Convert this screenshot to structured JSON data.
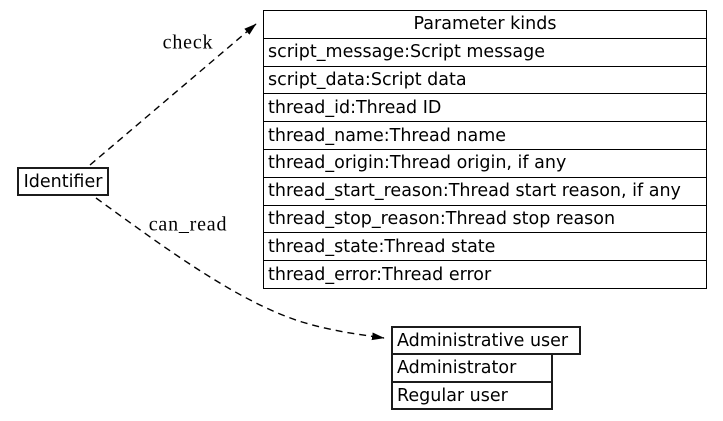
{
  "diagram": {
    "background": "#ffffff",
    "line_color": "#000000",
    "text_color": "#000000",
    "nodes": {
      "identifier": {
        "label": "Identifier"
      },
      "parameter_kinds": {
        "header": "Parameter kinds",
        "rows": [
          "script_message:Script message",
          "script_data:Script data",
          "thread_id:Thread ID",
          "thread_name:Thread name",
          "thread_origin:Thread origin, if any",
          "thread_start_reason:Thread start reason, if any",
          "thread_stop_reason:Thread stop reason",
          "thread_state:Thread state",
          "thread_error:Thread error"
        ]
      },
      "admin_stack": {
        "rows": [
          "Administrative user",
          "Administrator",
          "Regular user"
        ]
      }
    },
    "edges": [
      {
        "label": "check",
        "from": "Identifier",
        "to": "Parameter kinds",
        "style": "dashed",
        "arrow": "filled-triangle"
      },
      {
        "label": "can_read",
        "from": "Identifier",
        "to": "Administrative user",
        "style": "dashed",
        "arrow": "filled-triangle"
      }
    ]
  }
}
